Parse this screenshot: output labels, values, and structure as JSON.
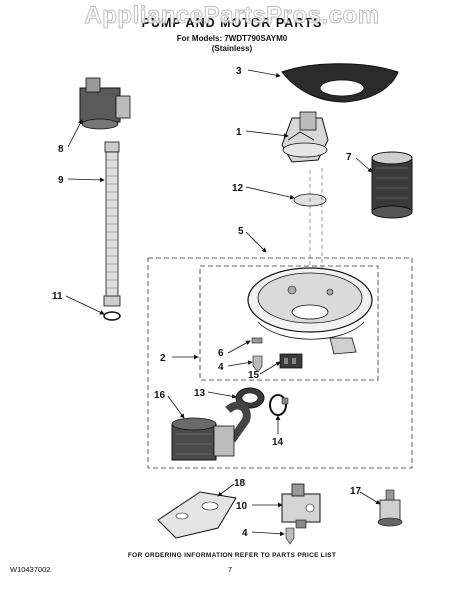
{
  "watermark": "AppliancePartsPros.com",
  "header": {
    "title": "PUMP AND MOTOR PARTS",
    "models_line": "For Models: 7WDT790SAYM0",
    "variant": "(Stainless)"
  },
  "callouts": {
    "c1": "1",
    "c2": "2",
    "c3": "3",
    "c4a": "4",
    "c4b": "4",
    "c5": "5",
    "c6": "6",
    "c7": "7",
    "c8": "8",
    "c9": "9",
    "c10": "10",
    "c11": "11",
    "c12": "12",
    "c13": "13",
    "c14": "14",
    "c15": "15",
    "c16": "16",
    "c17": "17",
    "c18": "18"
  },
  "footer": {
    "ordering_note": "FOR ORDERING INFORMATION REFER TO PARTS PRICE LIST",
    "doc_number": "W10437002",
    "page_number": "7"
  }
}
